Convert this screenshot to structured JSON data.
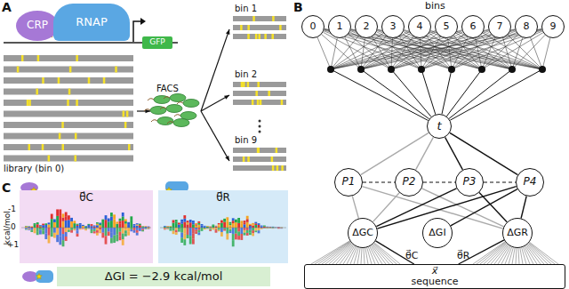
{
  "diagram": {
    "nodes": [
      {
        "text": [
          "CRP"
        ]
      },
      {
        "text": [
          "RNAP"
        ]
      },
      {
        "text": [
          "GFP"
        ]
      },
      {
        "text": [
          "0"
        ]
      },
      {
        "text": [
          "1"
        ]
      },
      {
        "text": [
          "2"
        ]
      },
      {
        "text": [
          "3"
        ]
      },
      {
        "text": [
          "4"
        ]
      },
      {
        "text": [
          "5"
        ]
      },
      {
        "text": [
          "6"
        ]
      },
      {
        "text": [
          "7"
        ]
      },
      {
        "text": [
          "8"
        ]
      },
      {
        "text": [
          "9"
        ]
      },
      {
        "text": [
          "t"
        ]
      },
      {
        "text": [
          "P1"
        ]
      },
      {
        "text": [
          "P2"
        ]
      },
      {
        "text": [
          "P3"
        ]
      },
      {
        "text": [
          "P4"
        ]
      },
      {
        "text": [
          "ΔGC"
        ]
      },
      {
        "text": [
          "ΔGI"
        ]
      },
      {
        "text": [
          "ΔGR"
        ]
      },
      {
        "text": [
          "x⃗",
          "sequence"
        ]
      },
      {
        "text": [
          "θ⃗C"
        ]
      },
      {
        "text": [
          "θ⃗R"
        ]
      },
      {
        "text": [
          "ΔGI = −2.9 kcal/mol"
        ]
      }
    ],
    "edges": [
      {
        "from": 13,
        "to": 14,
        "arrow": "none"
      },
      {
        "from": 13,
        "to": 15,
        "arrow": "none"
      },
      {
        "from": 13,
        "to": 16,
        "arrow": "none"
      },
      {
        "from": 13,
        "to": 17,
        "arrow": "none"
      },
      {
        "from": 14,
        "to": 15,
        "arrow": "none"
      },
      {
        "from": 15,
        "to": 16,
        "arrow": "none"
      },
      {
        "from": 16,
        "to": 17,
        "arrow": "none"
      },
      {
        "from": 14,
        "to": 18,
        "arrow": "none"
      },
      {
        "from": 14,
        "to": 20,
        "arrow": "none"
      },
      {
        "from": 15,
        "to": 18,
        "arrow": "none"
      },
      {
        "from": 15,
        "to": 20,
        "arrow": "none"
      },
      {
        "from": 16,
        "to": 18,
        "arrow": "none"
      },
      {
        "from": 16,
        "to": 20,
        "arrow": "none"
      },
      {
        "from": 17,
        "to": 18,
        "arrow": "none"
      },
      {
        "from": 17,
        "to": 19,
        "arrow": "none"
      },
      {
        "from": 17,
        "to": 20,
        "arrow": "none"
      },
      {
        "from": 18,
        "to": 21,
        "arrow": "none"
      },
      {
        "from": 20,
        "to": 21,
        "arrow": "none"
      }
    ],
    "labels": [
      "A",
      "library (bin 0)",
      "FACS",
      "bin 1",
      "bin 2",
      "bin 9",
      "B",
      "bins",
      "θ⃗C",
      "θ⃗R",
      "C",
      "kcal/mol",
      "-1",
      "0",
      "+1"
    ]
  }
}
